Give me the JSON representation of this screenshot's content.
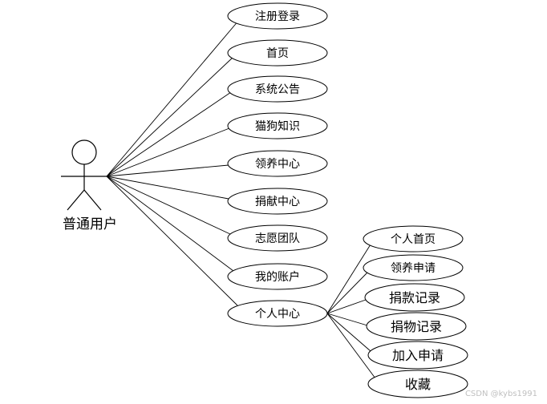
{
  "actor": {
    "label": "普通用户"
  },
  "use_cases": [
    "注册登录",
    "首页",
    "系统公告",
    "猫狗知识",
    "领养中心",
    "捐献中心",
    "志愿团队",
    "我的账户",
    "个人中心"
  ],
  "sub_use_cases": [
    "个人首页",
    "领养申请",
    "捐款记录",
    "捐物记录",
    "加入申请",
    "收藏"
  ],
  "watermark": "CSDN @kybs1991"
}
